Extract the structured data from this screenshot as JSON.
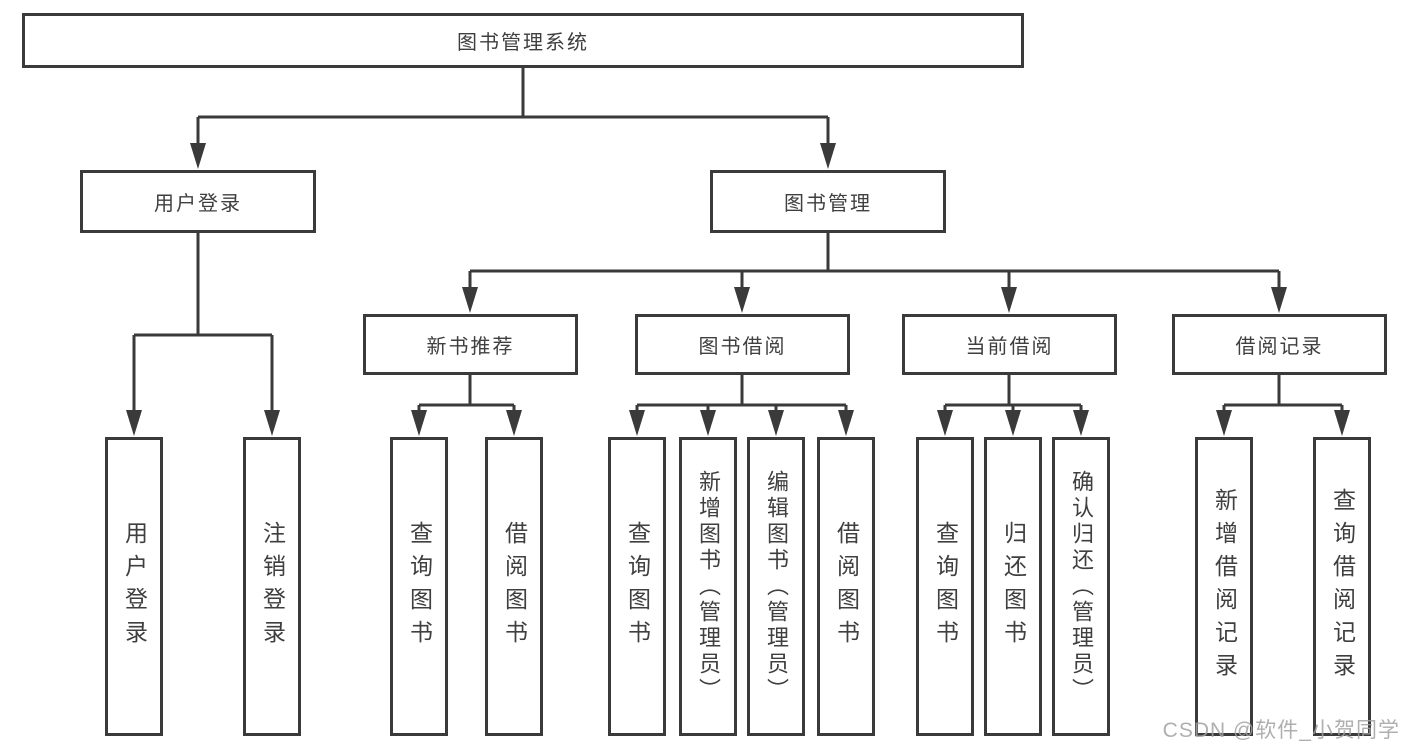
{
  "diagram": {
    "title": "图书管理系统",
    "branches": [
      {
        "label": "用户登录",
        "children": [
          {
            "label": "用户登录"
          },
          {
            "label": "注销登录"
          }
        ]
      },
      {
        "label": "图书管理",
        "children": [
          {
            "label": "新书推荐",
            "children": [
              {
                "label": "查询图书"
              },
              {
                "label": "借阅图书"
              }
            ]
          },
          {
            "label": "图书借阅",
            "children": [
              {
                "label": "查询图书"
              },
              {
                "label": "新增图书（管理员）"
              },
              {
                "label": "编辑图书（管理员）"
              },
              {
                "label": "借阅图书"
              }
            ]
          },
          {
            "label": "当前借阅",
            "children": [
              {
                "label": "查询图书"
              },
              {
                "label": "归还图书"
              },
              {
                "label": "确认归还（管理员）"
              }
            ]
          },
          {
            "label": "借阅记录",
            "children": [
              {
                "label": "新增借阅记录"
              },
              {
                "label": "查询借阅记录"
              }
            ]
          }
        ]
      }
    ]
  },
  "watermark": {
    "text": "CSDN @软件_小贺同学"
  },
  "colors": {
    "line": "#3a3a3a",
    "box_border": "#3a3a3a",
    "text": "#3f3f3f",
    "background": "#ffffff",
    "watermark": "#a1a1a1"
  }
}
